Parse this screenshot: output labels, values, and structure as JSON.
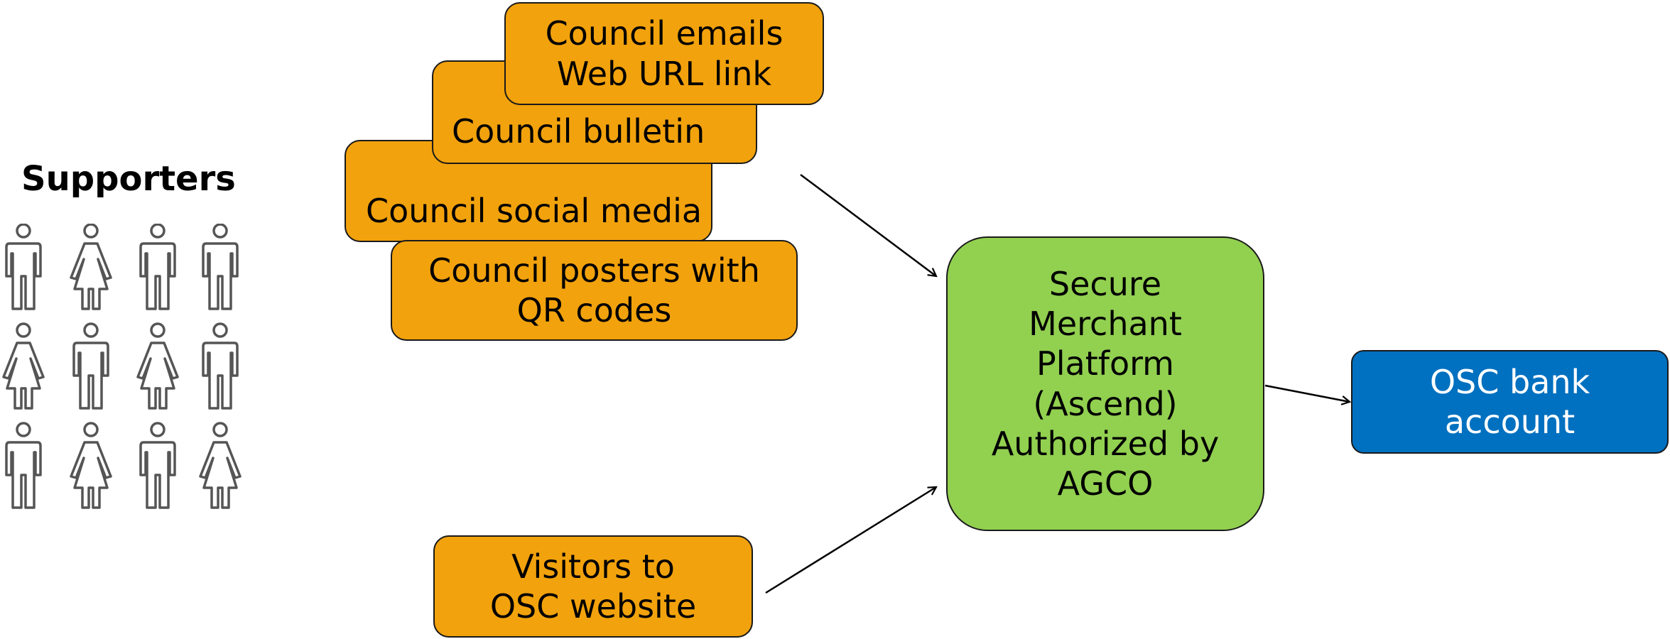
{
  "supporters": {
    "title": "Supporters",
    "icons": [
      "male-person-icon",
      "female-person-icon",
      "male-person-icon",
      "male-person-icon",
      "female-person-icon",
      "male-person-icon",
      "female-person-icon",
      "male-person-icon",
      "male-person-icon",
      "female-person-icon",
      "male-person-icon",
      "female-person-icon"
    ]
  },
  "channels": {
    "emails": [
      "Council emails",
      "Web URL link"
    ],
    "bulletin": [
      "Council bulletin"
    ],
    "social": [
      "Council social media"
    ],
    "posters": [
      "Council posters with",
      "QR codes"
    ],
    "visitors": [
      "Visitors to",
      "OSC website"
    ]
  },
  "platform": [
    "Secure",
    "Merchant",
    "Platform",
    "(Ascend)",
    "Authorized by",
    "AGCO"
  ],
  "bank": [
    "OSC bank",
    "account"
  ],
  "colors": {
    "channel": "#f2a20c",
    "platform": "#92d050",
    "bank": "#0070c0",
    "icon_stroke": "#555555"
  }
}
